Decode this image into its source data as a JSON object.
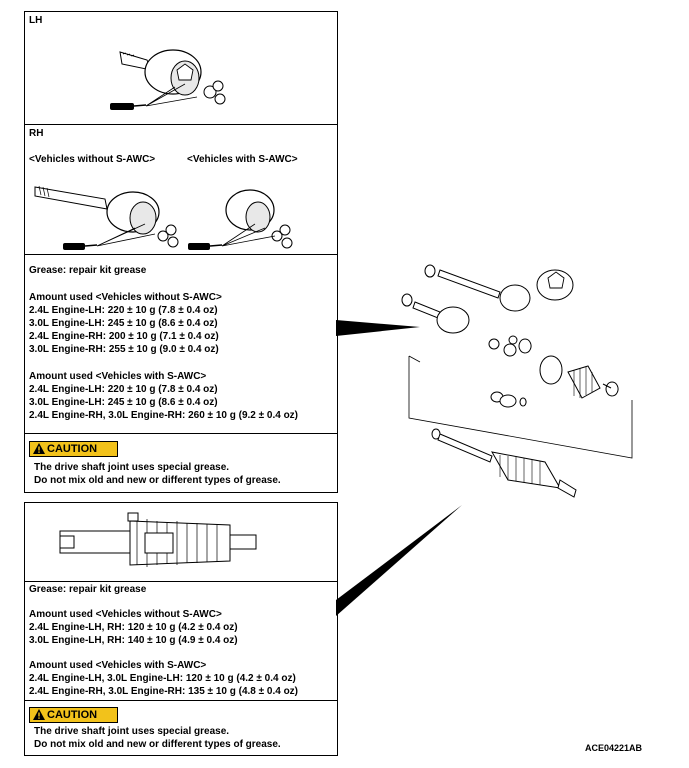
{
  "lh_box": {
    "label": "LH"
  },
  "rh_box": {
    "label": "RH",
    "without_saw": "<Vehicles without S-AWC>",
    "with_saw": "<Vehicles with S-AWC>"
  },
  "upper_grease": {
    "grease_line": "Grease: repair kit grease",
    "group1_title": "Amount used <Vehicles without S-AWC>",
    "group1_lines": [
      "2.4L Engine-LH: 220 ± 10 g (7.8 ± 0.4 oz)",
      "3.0L Engine-LH: 245 ± 10 g (8.6 ± 0.4 oz)",
      "2.4L Engine-RH: 200 ± 10 g (7.1 ± 0.4 oz)",
      "3.0L Engine-RH: 255 ± 10 g (9.0 ± 0.4 oz)"
    ],
    "group2_title": "Amount used <Vehicles with S-AWC>",
    "group2_lines": [
      "2.4L Engine-LH: 220 ± 10 g (7.8 ± 0.4 oz)",
      "3.0L Engine-LH: 245 ± 10 g (8.6 ± 0.4 oz)",
      "2.4L Engine-RH, 3.0L Engine-RH: 260 ± 10 g (9.2 ± 0.4 oz)"
    ]
  },
  "upper_caution": {
    "label": "CAUTION",
    "lines": [
      "The drive shaft joint uses special grease.",
      "Do not mix old and new or different types of grease."
    ]
  },
  "lower_grease": {
    "grease_line": "Grease: repair kit grease",
    "group1_title": "Amount used <Vehicles without S-AWC>",
    "group1_lines": [
      "2.4L Engine-LH, RH: 120 ± 10 g (4.2 ± 0.4 oz)",
      "3.0L Engine-LH, RH: 140 ± 10 g (4.9 ± 0.4 oz)"
    ],
    "group2_title": "Amount used <Vehicles with S-AWC>",
    "group2_lines": [
      "2.4L Engine-LH, 3.0L Engine-LH: 120 ± 10 g (4.2 ± 0.4 oz)",
      "2.4L Engine-RH, 3.0L Engine-RH: 135 ± 10 g (4.8 ± 0.4 oz)"
    ]
  },
  "lower_caution": {
    "label": "CAUTION",
    "lines": [
      "The drive shaft joint uses special grease.",
      "Do not mix old and new or different types of grease."
    ]
  },
  "figure_code": "ACE04221AB",
  "colors": {
    "caution_bg": "#f2c21b",
    "line": "#000000"
  }
}
